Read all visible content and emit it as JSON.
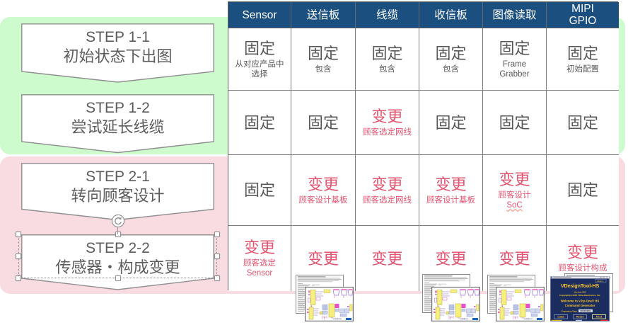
{
  "slide": {
    "phase_panels": [
      {
        "id": "step1",
        "color": "#cdfbce"
      },
      {
        "id": "step2",
        "color": "#f9dbe2"
      }
    ],
    "steps": [
      {
        "title": "STEP 1-1",
        "subtitle": "初始状态下出图",
        "phase": "step1",
        "selected": false
      },
      {
        "title": "STEP 1-2",
        "subtitle": "尝试延长线缆",
        "phase": "step1",
        "selected": false
      },
      {
        "title": "STEP 2-1",
        "subtitle": "转向顾客设计",
        "phase": "step2",
        "selected": false
      },
      {
        "title": "STEP 2-2",
        "subtitle": "传感器・构成变更",
        "phase": "step2",
        "selected": true
      }
    ]
  },
  "table": {
    "header_bg": "#1a4f7f",
    "fixed_color": "#585858",
    "changed_color": "#e25570",
    "columns": [
      {
        "lines": [
          "Sensor"
        ]
      },
      {
        "lines": [
          "送信板"
        ]
      },
      {
        "lines": [
          "线缆"
        ]
      },
      {
        "lines": [
          "收信板"
        ]
      },
      {
        "lines": [
          "图像读取"
        ]
      },
      {
        "lines": [
          "MIPI",
          "GPIO"
        ]
      }
    ],
    "rows": [
      {
        "step": "STEP 1-1",
        "cells": [
          {
            "state": "固定",
            "changed": false,
            "note": [
              "从对应产品中",
              "选择"
            ]
          },
          {
            "state": "固定",
            "changed": false,
            "note": [
              "包含"
            ]
          },
          {
            "state": "固定",
            "changed": false,
            "note": [
              "包含"
            ]
          },
          {
            "state": "固定",
            "changed": false,
            "note": [
              "包含"
            ]
          },
          {
            "state": "固定",
            "changed": false,
            "note": [
              "Frame",
              "Grabber"
            ]
          },
          {
            "state": "固定",
            "changed": false,
            "note": [
              "初始配置"
            ]
          }
        ]
      },
      {
        "step": "STEP 1-2",
        "cells": [
          {
            "state": "固定",
            "changed": false,
            "note": []
          },
          {
            "state": "固定",
            "changed": false,
            "note": []
          },
          {
            "state": "变更",
            "changed": true,
            "note": [
              "顾客选定网线"
            ]
          },
          {
            "state": "固定",
            "changed": false,
            "note": []
          },
          {
            "state": "固定",
            "changed": false,
            "note": []
          },
          {
            "state": "固定",
            "changed": false,
            "note": []
          }
        ]
      },
      {
        "step": "STEP 2-1",
        "cells": [
          {
            "state": "固定",
            "changed": false,
            "note": []
          },
          {
            "state": "变更",
            "changed": true,
            "note": [
              "顾客设计基板"
            ]
          },
          {
            "state": "变更",
            "changed": true,
            "note": [
              "顾客选定网线"
            ]
          },
          {
            "state": "变更",
            "changed": true,
            "note": [
              "顾客设计基板"
            ]
          },
          {
            "state": "变更",
            "changed": true,
            "note": [
              "顾客设计",
              {
                "text": "SoC",
                "squiggle": true
              }
            ]
          },
          {
            "state": "固定",
            "changed": false,
            "note": []
          }
        ]
      },
      {
        "step": "STEP 2-2",
        "cells": [
          {
            "state": "变更",
            "changed": true,
            "note": [
              "顾客选定",
              "Sensor"
            ]
          },
          {
            "state": "变更",
            "changed": true,
            "note": []
          },
          {
            "state": "变更",
            "changed": true,
            "note": []
          },
          {
            "state": "变更",
            "changed": true,
            "note": []
          },
          {
            "state": "变更",
            "changed": true,
            "note": []
          },
          {
            "state": "变更",
            "changed": true,
            "note": [
              "顾客设计构成"
            ]
          }
        ]
      }
    ]
  },
  "vdesign_tool": {
    "title": "VDesignTool-HS",
    "about_button": "About...",
    "version": "Version 063",
    "copyright": "Copyright(c) 2021 THine Electronics, Inc.",
    "welcome_line1": "Welcome to V-by-One® HS",
    "welcome_line2": "Command Generator",
    "expiration_label": "Expiration Date",
    "expiration_value": "2021/10/01",
    "buttons": [
      "Load",
      "Reset",
      "Next"
    ],
    "accent_color": "#ffc627",
    "body_color": "#1b2c5e"
  }
}
